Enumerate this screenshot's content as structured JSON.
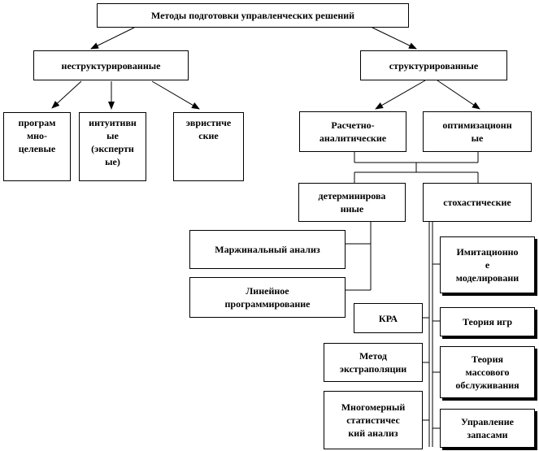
{
  "diagram": {
    "title": "Методы подготовки управленческих решений",
    "unstructured": "неструктурированные",
    "structured": "структурированные",
    "leaves_unstructured": [
      "програм\nмно-\nцелевые",
      "интуитивн\nые\n(экспертн\nые)",
      "эвристиче\nские"
    ],
    "calc_analytic": "Расчетно-\nаналитические",
    "optimization": "оптимизационн\nые",
    "deterministic": "детерминирова\nнные",
    "stochastic": "стохастические",
    "marginal_analysis": "Маржинальный анализ",
    "linear_programming": "Линейное\nпрограммирование",
    "kra": "КРА",
    "extrapolation": "Метод\nэкстраполяции",
    "multivariate": "Многомерный\nстатистичес\nкий анализ",
    "simulation": "Имитационно\nе\nмоделировани",
    "game_theory": "Теория игр",
    "queueing": "Теория\nмассового\nобслуживания",
    "inventory": "Управление\nзапасами"
  }
}
